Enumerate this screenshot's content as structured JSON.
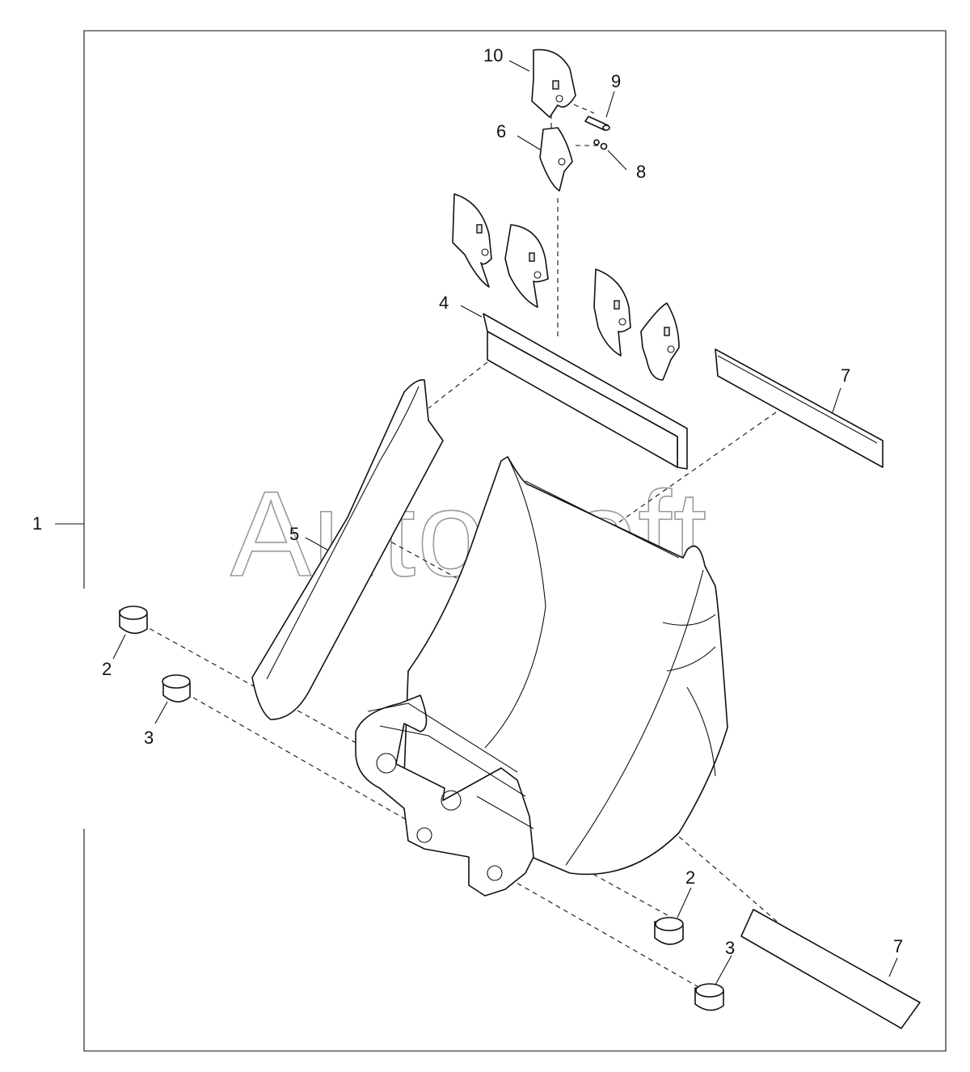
{
  "watermark": "AutoSoft",
  "callouts": {
    "c1": "1",
    "c2a": "2",
    "c2b": "2",
    "c3a": "3",
    "c3b": "3",
    "c4": "4",
    "c5": "5",
    "c6": "6",
    "c7a": "7",
    "c7b": "7",
    "c8": "8",
    "c9": "9",
    "c10": "10"
  },
  "colors": {
    "line": "#111111",
    "watermark": "#9a9a9a",
    "background": "#ffffff"
  }
}
